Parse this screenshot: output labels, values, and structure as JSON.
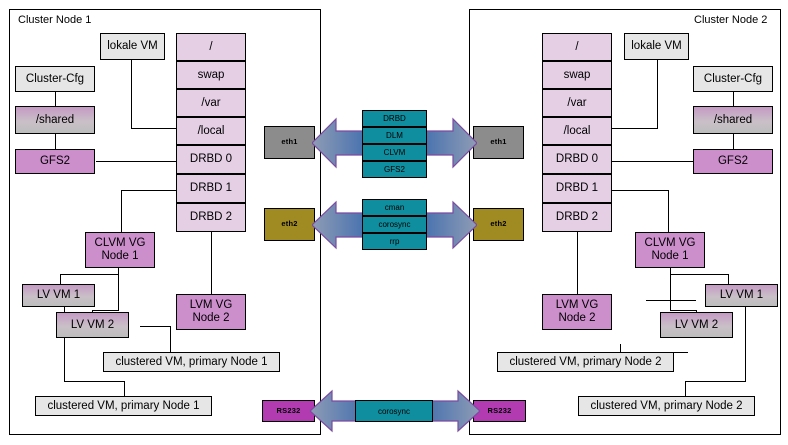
{
  "diagram": {
    "title_node1": "Cluster Node 1",
    "title_node2": "Cluster Node 2"
  },
  "node1": {
    "local_vm": "lokale VM",
    "cluster_cfg": "Cluster-Cfg",
    "shared": "/shared",
    "gfs2": "GFS2",
    "disk_stack": [
      "/",
      "swap",
      "/var",
      "/local",
      "DRBD 0",
      "DRBD 1",
      "DRBD 2"
    ],
    "clvm_vg": "CLVM VG\nNode 1",
    "clvm_vg_l1": "CLVM VG",
    "clvm_vg_l2": "Node 1",
    "lv_vm_1": "LV VM 1",
    "lv_vm_2": "LV VM 2",
    "lvm_vg_l1": "LVM VG",
    "lvm_vg_l2": "Node 2",
    "clustered_vm_a": "clustered VM, primary Node 1",
    "clustered_vm_b": "clustered VM, primary Node 1",
    "eth1": "eth1",
    "eth2": "eth2",
    "rs232": "RS232"
  },
  "node2": {
    "local_vm": "lokale VM",
    "cluster_cfg": "Cluster-Cfg",
    "shared": "/shared",
    "gfs2": "GFS2",
    "disk_stack": [
      "/",
      "swap",
      "/var",
      "/local",
      "DRBD 0",
      "DRBD 1",
      "DRBD 2"
    ],
    "clvm_vg_l1": "CLVM VG",
    "clvm_vg_l2": "Node 1",
    "lv_vm_1": "LV VM 1",
    "lv_vm_2": "LV VM 2",
    "lvm_vg_l1": "LVM VG",
    "lvm_vg_l2": "Node 2",
    "clustered_vm_a": "clustered VM, primary Node 2",
    "clustered_vm_b": "clustered VM, primary Node 2",
    "eth1": "eth1",
    "eth2": "eth2",
    "rs232": "RS232"
  },
  "link_eth1": {
    "protocols": [
      "DRBD",
      "DLM",
      "CLVM",
      "GFS2"
    ]
  },
  "link_eth2": {
    "protocols": [
      "cman",
      "corosync",
      "rrp"
    ]
  },
  "link_rs232": {
    "protocols": [
      "corosync"
    ]
  },
  "colors": {
    "grey_box": "#e6e6e6",
    "pink_light": "#e5cfe5",
    "purple": "#cc8fcc",
    "eth1": "#8c8c8c",
    "eth2": "#a08a22",
    "rs232": "#b23bb2",
    "teal": "#0e8e9e",
    "arrow_from": "#7d8fae",
    "arrow_to": "#4a6fa8",
    "arrow_stroke": "#7a4ba0",
    "outline": "#000000"
  }
}
